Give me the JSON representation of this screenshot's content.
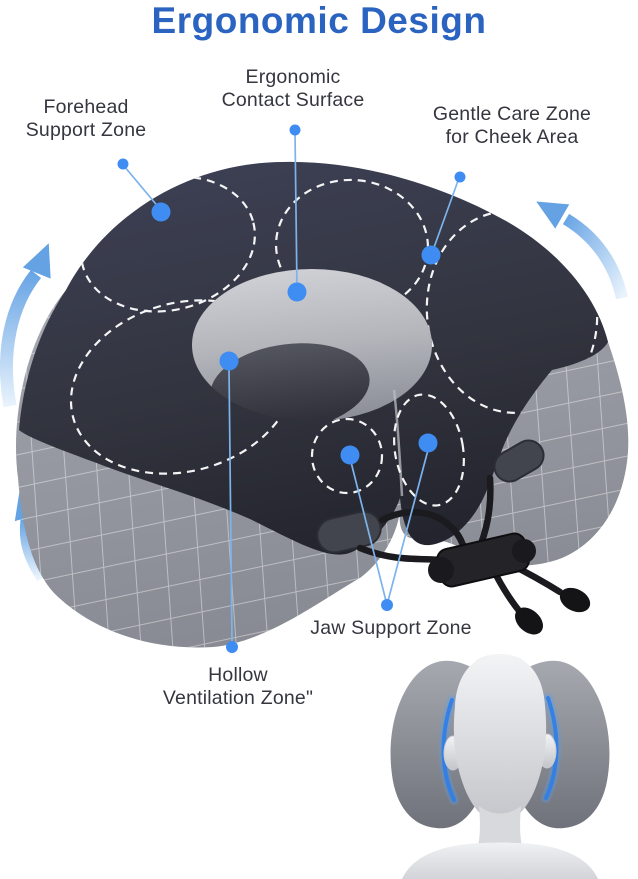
{
  "header": {
    "title": "Ergonomic Design"
  },
  "callouts": {
    "forehead": {
      "line1": "Forehead",
      "line2": "Support Zone"
    },
    "contact_surface": {
      "line1": "Ergonomic",
      "line2": "Contact Surface"
    },
    "cheek": {
      "line1": "Gentle Care Zone",
      "line2": "for Cheek Area"
    },
    "jaw": {
      "line1": "Jaw Support Zone"
    },
    "hollow": {
      "line1": "Hollow",
      "line2": "Ventilation Zone\""
    }
  },
  "colors": {
    "title_blue": "#2B63C1",
    "label_text": "#35363E",
    "callout_dot_blue": "#3F8DF2",
    "callout_line_blue": "#7DB3EC",
    "arrow_blue_light": "#E3F0FB",
    "arrow_blue_dark": "#5E9CE0",
    "pillow_top_navy": "#34374A",
    "pillow_front_gray": "#9B9EA6",
    "zone_outline_white": "#FFFFFF",
    "cord_black": "#1B1B1F",
    "mannequin_glow_blue": "#2E7FE8"
  }
}
